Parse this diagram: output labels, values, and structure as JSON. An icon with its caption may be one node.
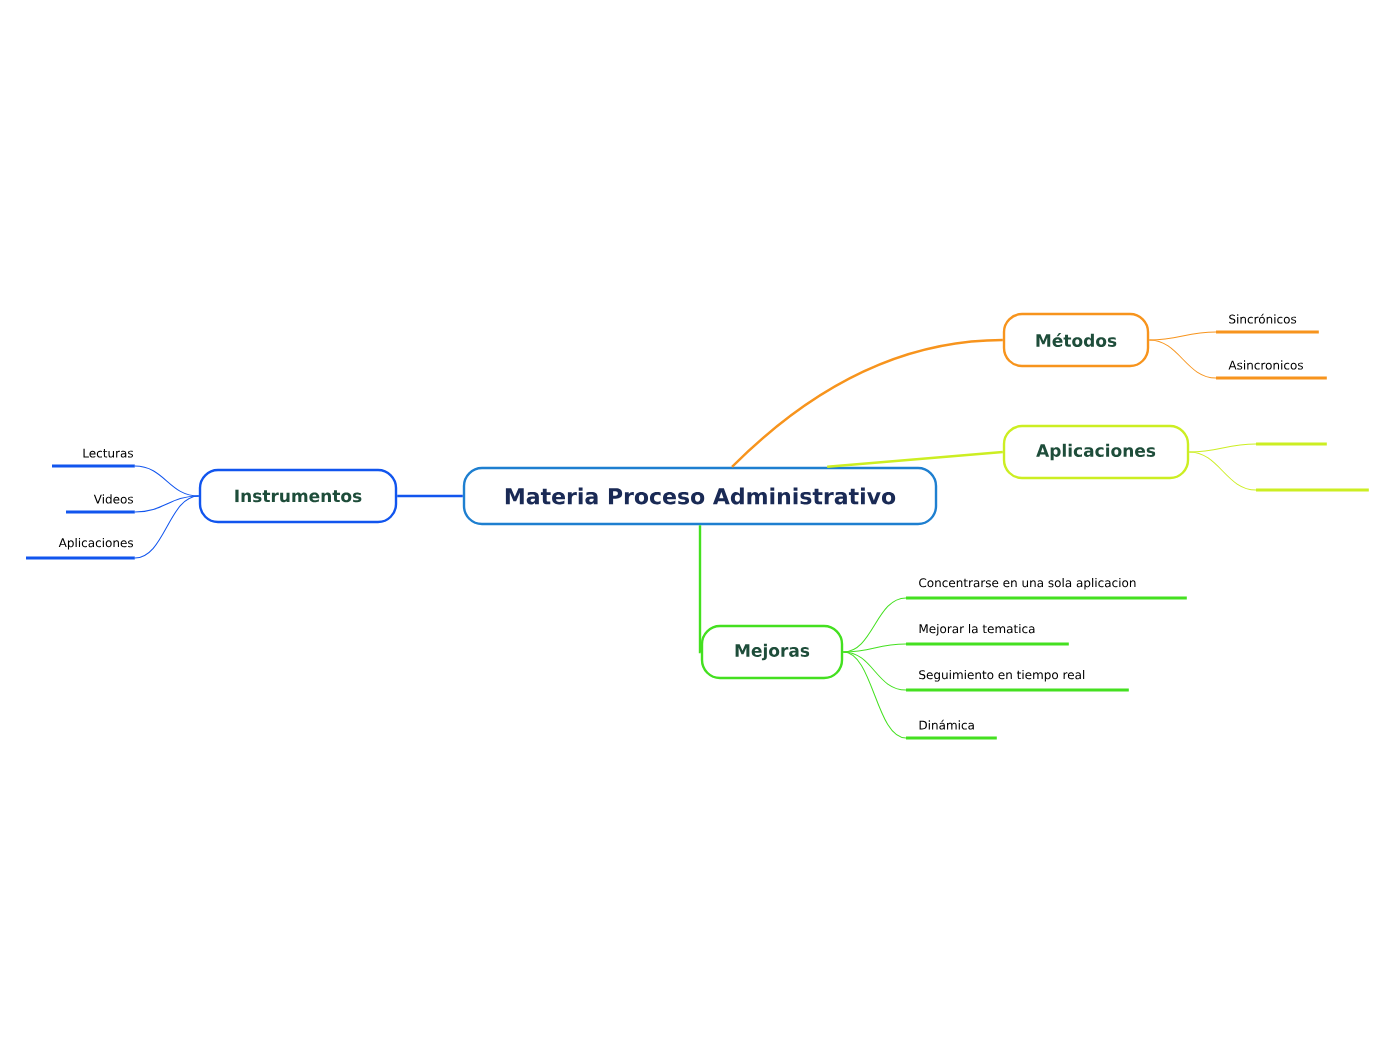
{
  "diagram": {
    "nodes": [
      {
        "text": [
          "Materia Proceso Administrativo"
        ]
      },
      {
        "text": [
          "Métodos"
        ]
      },
      {
        "text": [
          "Sincrónicos"
        ]
      },
      {
        "text": [
          "Asincronicos"
        ]
      },
      {
        "text": [
          "Aplicaciones"
        ]
      },
      {
        "text": [],
        "shape": "line"
      },
      {
        "text": [],
        "shape": "line"
      },
      {
        "text": [
          "Mejoras"
        ]
      },
      {
        "text": [
          "Concentrarse en una sola aplicacion"
        ]
      },
      {
        "text": [
          "Mejorar la tematica"
        ]
      },
      {
        "text": [
          "Seguimiento en tiempo real"
        ]
      },
      {
        "text": [
          "Dinámica"
        ]
      },
      {
        "text": [
          "Instrumentos"
        ]
      },
      {
        "text": [
          "Lecturas"
        ]
      },
      {
        "text": [
          "Videos"
        ]
      },
      {
        "text": [
          "Aplicaciones"
        ]
      }
    ],
    "edges": [
      {
        "from": 0,
        "to": 1,
        "arrow": "none",
        "color": "#f7941d"
      },
      {
        "from": 1,
        "to": 2,
        "arrow": "none",
        "color": "#f7941d"
      },
      {
        "from": 1,
        "to": 3,
        "arrow": "none",
        "color": "#f7941d"
      },
      {
        "from": 0,
        "to": 4,
        "arrow": "none",
        "color": "#ccee22"
      },
      {
        "from": 4,
        "to": 5,
        "arrow": "none",
        "color": "#ccee22"
      },
      {
        "from": 4,
        "to": 6,
        "arrow": "none",
        "color": "#ccee22"
      },
      {
        "from": 0,
        "to": 7,
        "arrow": "none",
        "color": "#44e020"
      },
      {
        "from": 7,
        "to": 8,
        "arrow": "none",
        "color": "#44e020"
      },
      {
        "from": 7,
        "to": 9,
        "arrow": "none",
        "color": "#44e020"
      },
      {
        "from": 7,
        "to": 10,
        "arrow": "none",
        "color": "#44e020"
      },
      {
        "from": 7,
        "to": 11,
        "arrow": "none",
        "color": "#44e020"
      },
      {
        "from": 0,
        "to": 12,
        "arrow": "none",
        "color": "#1155ee"
      },
      {
        "from": 12,
        "to": 13,
        "arrow": "none",
        "color": "#1155ee"
      },
      {
        "from": 12,
        "to": 14,
        "arrow": "none",
        "color": "#1155ee"
      },
      {
        "from": 12,
        "to": 15,
        "arrow": "none",
        "color": "#1155ee"
      }
    ]
  }
}
